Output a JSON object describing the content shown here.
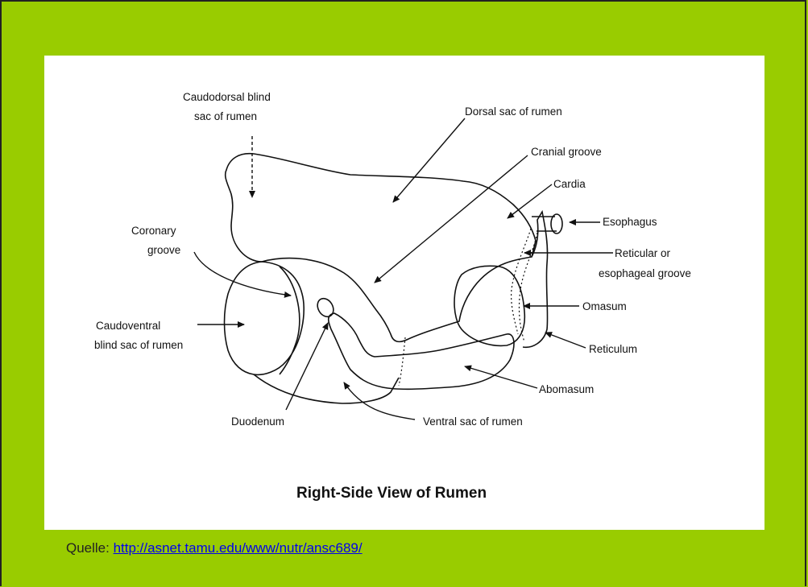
{
  "diagram": {
    "title": "Right-Side View of Rumen",
    "labels": {
      "caudodorsal_1": "Caudodorsal blind",
      "caudodorsal_2": "sac of rumen",
      "dorsal_sac": "Dorsal sac of rumen",
      "cranial_groove": "Cranial groove",
      "cardia": "Cardia",
      "esophagus": "Esophagus",
      "reticular_1": "Reticular or",
      "reticular_2": "esophageal groove",
      "coronary_1": "Coronary",
      "coronary_2": "groove",
      "caudoventral_1": "Caudoventral",
      "caudoventral_2": "blind sac of rumen",
      "omasum": "Omasum",
      "reticulum": "Reticulum",
      "abomasum": "Abomasum",
      "duodenum": "Duodenum",
      "ventral_sac": "Ventral sac of rumen"
    }
  },
  "caption": {
    "prefix": "Quelle: ",
    "link_text": "http://asnet.tamu.edu/www/nutr/ansc689/"
  }
}
